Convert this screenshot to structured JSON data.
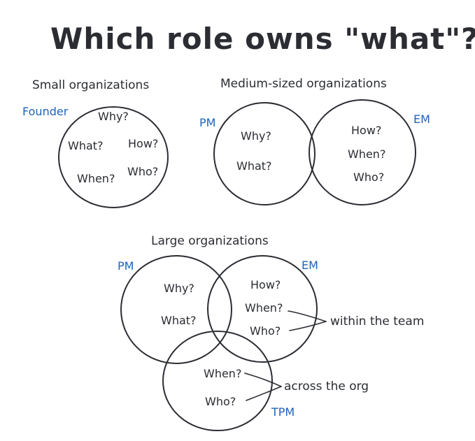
{
  "title": "Which role owns \"what\"?",
  "small": {
    "heading": "Small organizations",
    "role": "Founder",
    "questions": [
      "Why?",
      "What?",
      "How?",
      "When?",
      "Who?"
    ]
  },
  "medium": {
    "heading": "Medium-sized organizations",
    "pm_label": "PM",
    "em_label": "EM",
    "pm_questions": [
      "Why?",
      "What?"
    ],
    "em_questions": [
      "How?",
      "When?",
      "Who?"
    ]
  },
  "large": {
    "heading": "Large organizations",
    "pm_label": "PM",
    "em_label": "EM",
    "tpm_label": "TPM",
    "pm_questions": [
      "Why?",
      "What?"
    ],
    "em_questions": [
      "How?",
      "When?",
      "Who?"
    ],
    "tpm_questions": [
      "When?",
      "Who?"
    ],
    "note_team": "within the team",
    "note_org": "across the org"
  }
}
